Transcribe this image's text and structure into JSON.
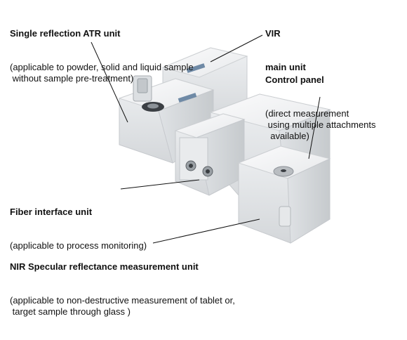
{
  "labels": {
    "atr": {
      "title": "Single reflection ATR unit",
      "desc": "(applicable to powder, solid and liquid sample\n without sample pre-treatment)"
    },
    "vir": {
      "title": "VIR",
      "desc": "main unit"
    },
    "control": {
      "title": "Control panel",
      "desc": "(direct measurement\n using multiple attachments\n  available)"
    },
    "fiber": {
      "title": "Fiber interface unit",
      "desc": "(applicable to process monitoring)"
    },
    "nir": {
      "title": "NIR Specular reflectance measurement unit",
      "desc": "(applicable to non-destructive measurement of tablet or,\n target sample through glass )"
    }
  },
  "colors": {
    "text": "#111111",
    "body_light": "#f3f4f5",
    "body_mid": "#e3e5e7",
    "body_dark": "#cfd2d5",
    "screen": "#6f8aa6",
    "accent_teal": "#2aa99a"
  }
}
